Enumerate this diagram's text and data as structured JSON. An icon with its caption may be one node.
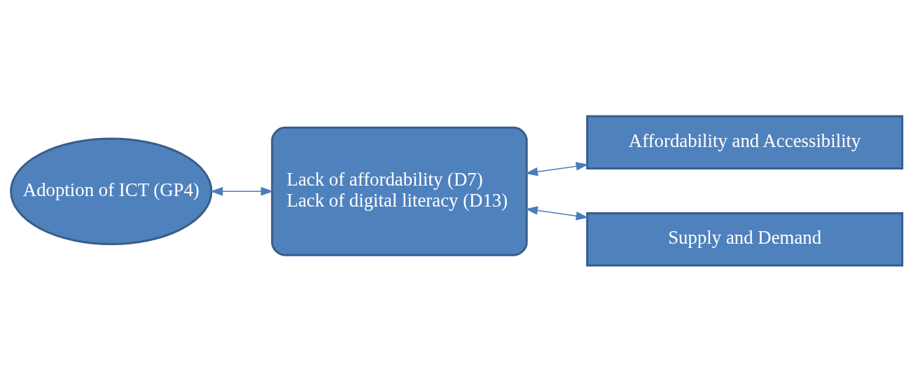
{
  "diagram": {
    "nodes": [
      {
        "text": [
          "Adoption of ICT (GP4)"
        ]
      },
      {
        "text": [
          "Lack of affordability (D7)",
          "Lack of digital literacy (D13)"
        ]
      },
      {
        "text": [
          "Affordability and Accessibility"
        ]
      },
      {
        "text": [
          "Supply and Demand"
        ]
      }
    ],
    "edges": [
      {
        "from": 0,
        "to": 1,
        "arrow": "both"
      },
      {
        "from": 1,
        "to": 2,
        "arrow": "both"
      },
      {
        "from": 1,
        "to": 3,
        "arrow": "both"
      }
    ]
  }
}
